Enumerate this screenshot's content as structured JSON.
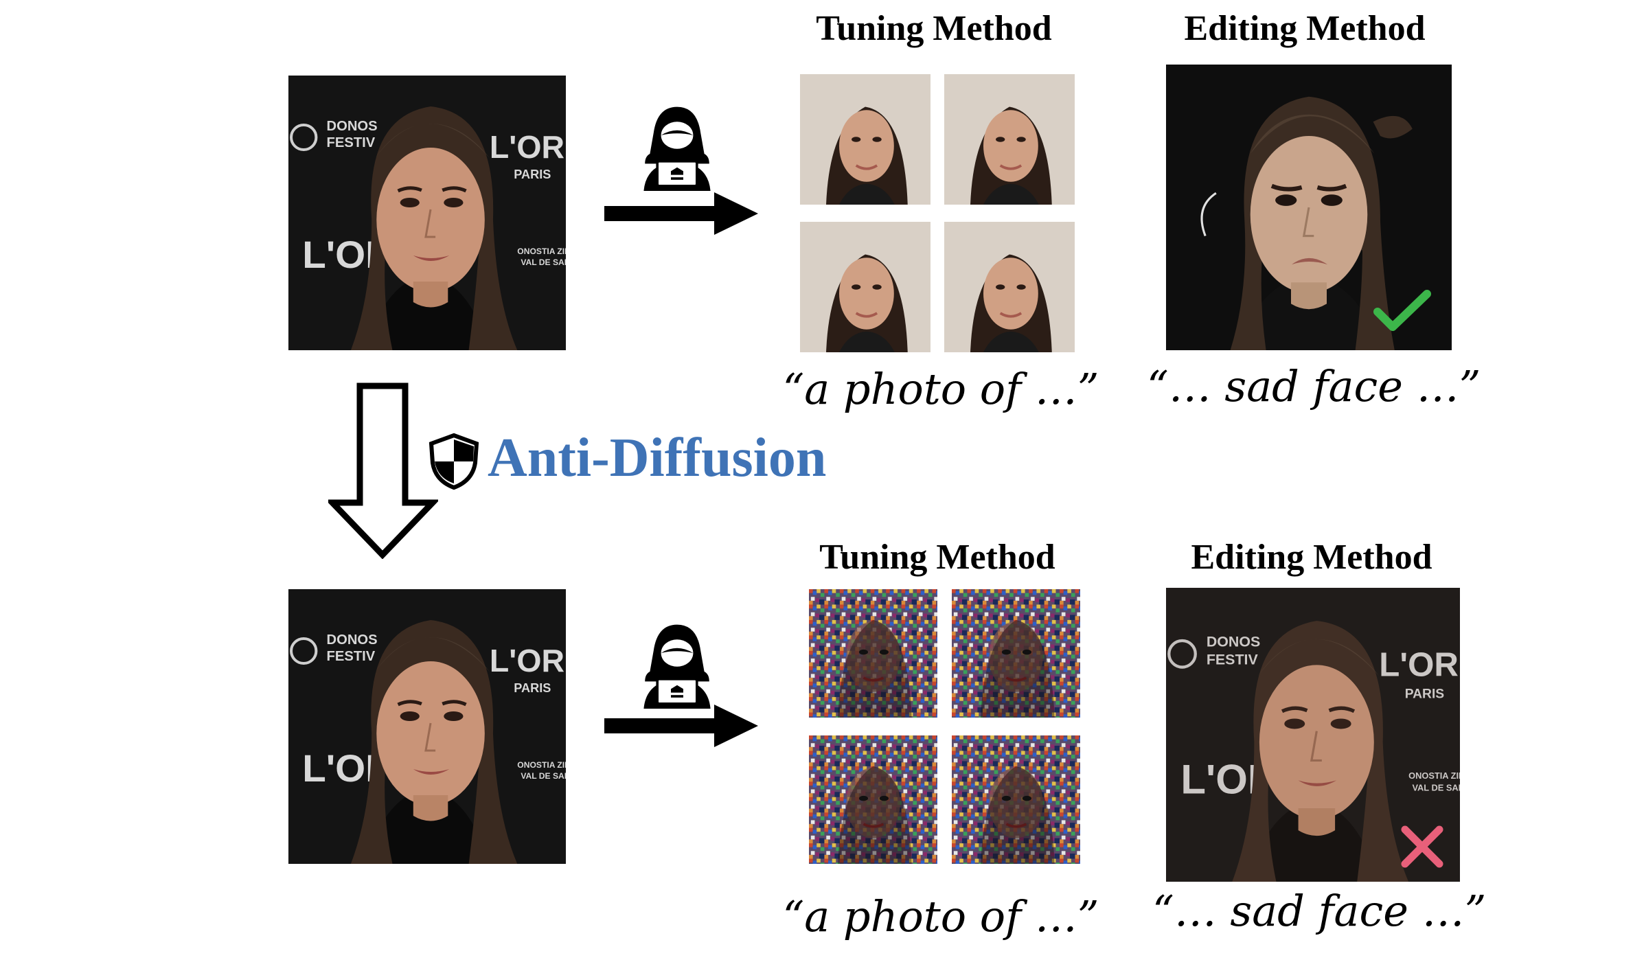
{
  "top_row": {
    "tuning_heading": "Tuning Method",
    "editing_heading": "Editing Method",
    "tuning_caption": "“a photo of …”",
    "editing_caption": "“… sad face …”",
    "editing_result": "check-mark"
  },
  "protection": {
    "label": "Anti-Diffusion",
    "label_color": "#3f73b6",
    "icon": "shield-icon"
  },
  "bottom_row": {
    "tuning_heading": "Tuning Method",
    "editing_heading": "Editing Method",
    "tuning_caption": "“a photo of …”",
    "editing_caption": "“… sad face …”",
    "editing_result": "cross-mark"
  },
  "icons": {
    "attacker": "hacker-icon",
    "flow": "right-arrow",
    "protect_flow": "down-arrow"
  },
  "colors": {
    "check": "#3cb64a",
    "cross": "#e8607a"
  }
}
